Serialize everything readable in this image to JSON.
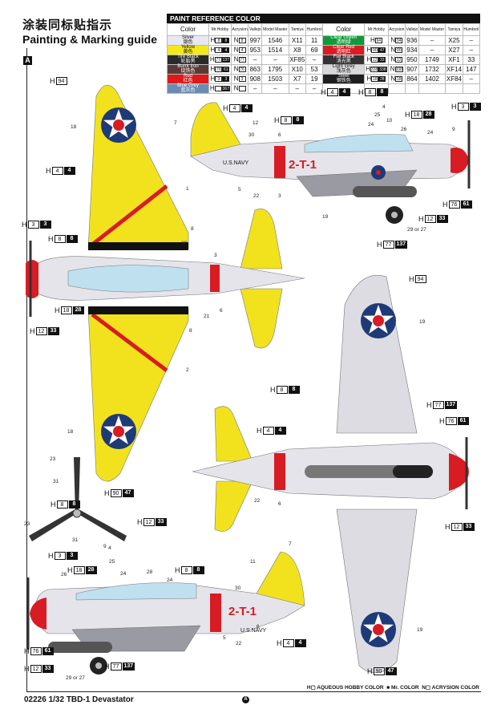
{
  "title_cn": "涂装同标贴指示",
  "title_en": "Painting & Marking guide",
  "sheet_letter": "A",
  "paint_table": {
    "title": "PAINT REFERENCE COLOR",
    "headers": [
      "Color",
      "Mr.Hobby",
      "Acrysion",
      "Vallejo",
      "Model Master",
      "Tamiya",
      "Humbrol"
    ],
    "left": [
      {
        "name": "Silver",
        "cn": "银色",
        "bg": "#e8e8f0",
        "fg": "#111",
        "h": "8",
        "hk": "8",
        "n": "8",
        "vallejo": "997",
        "mm": "1546",
        "tamiya": "X11",
        "humbrol": "11"
      },
      {
        "name": "Yellow",
        "cn": "黄色",
        "bg": "#f4e81a",
        "fg": "#111",
        "h": "4",
        "hk": "4",
        "n": "4",
        "vallejo": "953",
        "mm": "1514",
        "tamiya": "X8",
        "humbrol": "69"
      },
      {
        "name": "Tire Black",
        "cn": "轮胎黑",
        "bg": "#2a2a2a",
        "fg": "#fff",
        "h": "77",
        "hk": "137",
        "n": "77",
        "vallejo": "–",
        "mm": "–",
        "tamiya": "XF85",
        "humbrol": "–"
      },
      {
        "name": "Burnt Iron",
        "cn": "烧铁色",
        "bg": "#5a3a36",
        "fg": "#fff",
        "h": "76",
        "hk": "61",
        "n": "76",
        "vallejo": "863",
        "mm": "1795",
        "tamiya": "X10",
        "humbrol": "53"
      },
      {
        "name": "Red",
        "cn": "红色",
        "bg": "#e01818",
        "fg": "#fff",
        "h": "3",
        "hk": "3",
        "n": "3",
        "vallejo": "908",
        "mm": "1503",
        "tamiya": "X7",
        "humbrol": "19"
      },
      {
        "name": "Blue Grey",
        "cn": "蓝灰色",
        "bg": "#6b8cb0",
        "fg": "#fff",
        "h": "",
        "hk": "367",
        "n": "",
        "vallejo": "–",
        "mm": "–",
        "tamiya": "–",
        "humbrol": "–"
      }
    ],
    "right": [
      {
        "name": "Clear Green",
        "cn": "透明绿",
        "bg": "#0e9a3a",
        "fg": "#fff",
        "h": "94",
        "hk": "",
        "n": "94",
        "vallejo": "936",
        "mm": "–",
        "tamiya": "X25",
        "humbrol": "–"
      },
      {
        "name": "Clear Red",
        "cn": "透明红",
        "bg": "#d81c24",
        "fg": "#fff",
        "h": "90",
        "hk": "47",
        "n": "90",
        "vallejo": "934",
        "mm": "–",
        "tamiya": "X27",
        "humbrol": "–"
      },
      {
        "name": "Flat Black",
        "cn": "消光黑",
        "bg": "#333",
        "fg": "#fff",
        "h": "12",
        "hk": "33",
        "n": "12",
        "vallejo": "950",
        "mm": "1749",
        "tamiya": "XF1",
        "humbrol": "33"
      },
      {
        "name": "Light Grey",
        "cn": "浅灰色",
        "bg": "#d8d8dc",
        "fg": "#111",
        "h": "338",
        "hk": "338",
        "n": "338",
        "vallejo": "907",
        "mm": "1732",
        "tamiya": "XF14",
        "humbrol": "147"
      },
      {
        "name": "Steel",
        "cn": "钢铁色",
        "bg": "#1e1e1e",
        "fg": "#fff",
        "h": "18",
        "hk": "28",
        "n": "18",
        "vallejo": "864",
        "mm": "1402",
        "tamiya": "XF84",
        "humbrol": "–"
      }
    ]
  },
  "callouts": [
    {
      "h": "94",
      "k": ""
    },
    {
      "h": "4",
      "k": "4"
    },
    {
      "h": "3",
      "k": "3"
    },
    {
      "h": "8",
      "k": "8"
    },
    {
      "h": "18",
      "k": "28"
    },
    {
      "h": "12",
      "k": "33"
    },
    {
      "h": "90",
      "k": "47"
    },
    {
      "h": "4",
      "k": "4"
    },
    {
      "h": "8",
      "k": "8"
    },
    {
      "h": "4",
      "k": "4"
    },
    {
      "h": "8",
      "k": "8"
    },
    {
      "h": "18",
      "k": "28"
    },
    {
      "h": "3",
      "k": "3"
    },
    {
      "h": "76",
      "k": "61"
    },
    {
      "h": "12",
      "k": "33"
    },
    {
      "h": "77",
      "k": "137"
    },
    {
      "h": "94",
      "k": ""
    },
    {
      "h": "8",
      "k": "8"
    },
    {
      "h": "77",
      "k": "137"
    },
    {
      "h": "76",
      "k": "61"
    },
    {
      "h": "12",
      "k": "33"
    },
    {
      "h": "4",
      "k": "4"
    },
    {
      "h": "90",
      "k": "47"
    },
    {
      "h": "8",
      "k": "8"
    },
    {
      "h": "12",
      "k": "33"
    },
    {
      "h": "3",
      "k": "3"
    },
    {
      "h": "18",
      "k": "28"
    },
    {
      "h": "8",
      "k": "8"
    },
    {
      "h": "76",
      "k": "61"
    },
    {
      "h": "12",
      "k": "33"
    },
    {
      "h": "77",
      "k": "137"
    },
    {
      "h": "4",
      "k": "4"
    }
  ],
  "part_numbers": [
    "18",
    "1",
    "8",
    "20",
    "3",
    "6",
    "21",
    "8",
    "2",
    "18",
    "7",
    "12",
    "30",
    "6",
    "5",
    "22",
    "3",
    "4",
    "25",
    "10",
    "24",
    "26",
    "9",
    "24",
    "19",
    "29 or 27",
    "19",
    "22",
    "6",
    "23",
    "31",
    "23",
    "31",
    "9",
    "4",
    "25",
    "26",
    "24",
    "28",
    "24",
    "11",
    "7",
    "30",
    "6",
    "5",
    "22",
    "29 or 27",
    "19"
  ],
  "markings": {
    "navy": "U.S.NAVY",
    "code": "2-T-1"
  },
  "legend": {
    "h": "AQUEOUS HOBBY COLOR",
    "m": "Mr. COLOR",
    "n": "ACRYSION COLOR"
  },
  "footer": "02226 1/32 TBD-1 Devastator",
  "footer_mark": "A"
}
